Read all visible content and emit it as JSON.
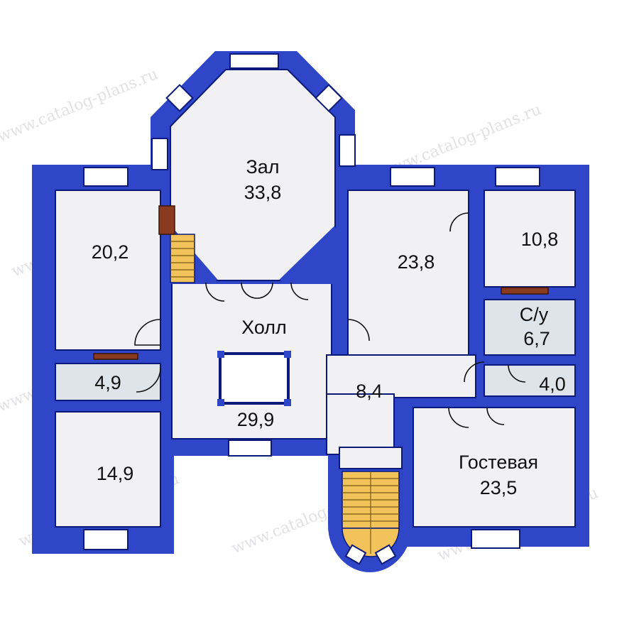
{
  "colors": {
    "wall": "#2f46c9",
    "floor": "#f1f1f3",
    "wet_floor": "#dfe3ea",
    "stair": "#f2c35a",
    "window": "#ffffff",
    "outline": "#0b1a7a",
    "fireplace": "#8a3a1e"
  },
  "rooms": {
    "hall_big": {
      "name": "Зал",
      "area": "33,8"
    },
    "room_left_top": {
      "area": "20,2"
    },
    "room_center": {
      "area": "23,8"
    },
    "room_right_top": {
      "area": "10,8"
    },
    "lobby": {
      "name": "Холл",
      "area": "29,9"
    },
    "corridor": {
      "area": "8,4"
    },
    "wc_big": {
      "name": "С/у",
      "area": "6,7"
    },
    "wc_left": {
      "area": "4,9"
    },
    "wc_right": {
      "area": "4,0"
    },
    "room_left_bottom": {
      "area": "14,9"
    },
    "guest": {
      "name": "Гостевая",
      "area": "23,5"
    }
  },
  "watermark": "www.catalog-plans.ru"
}
